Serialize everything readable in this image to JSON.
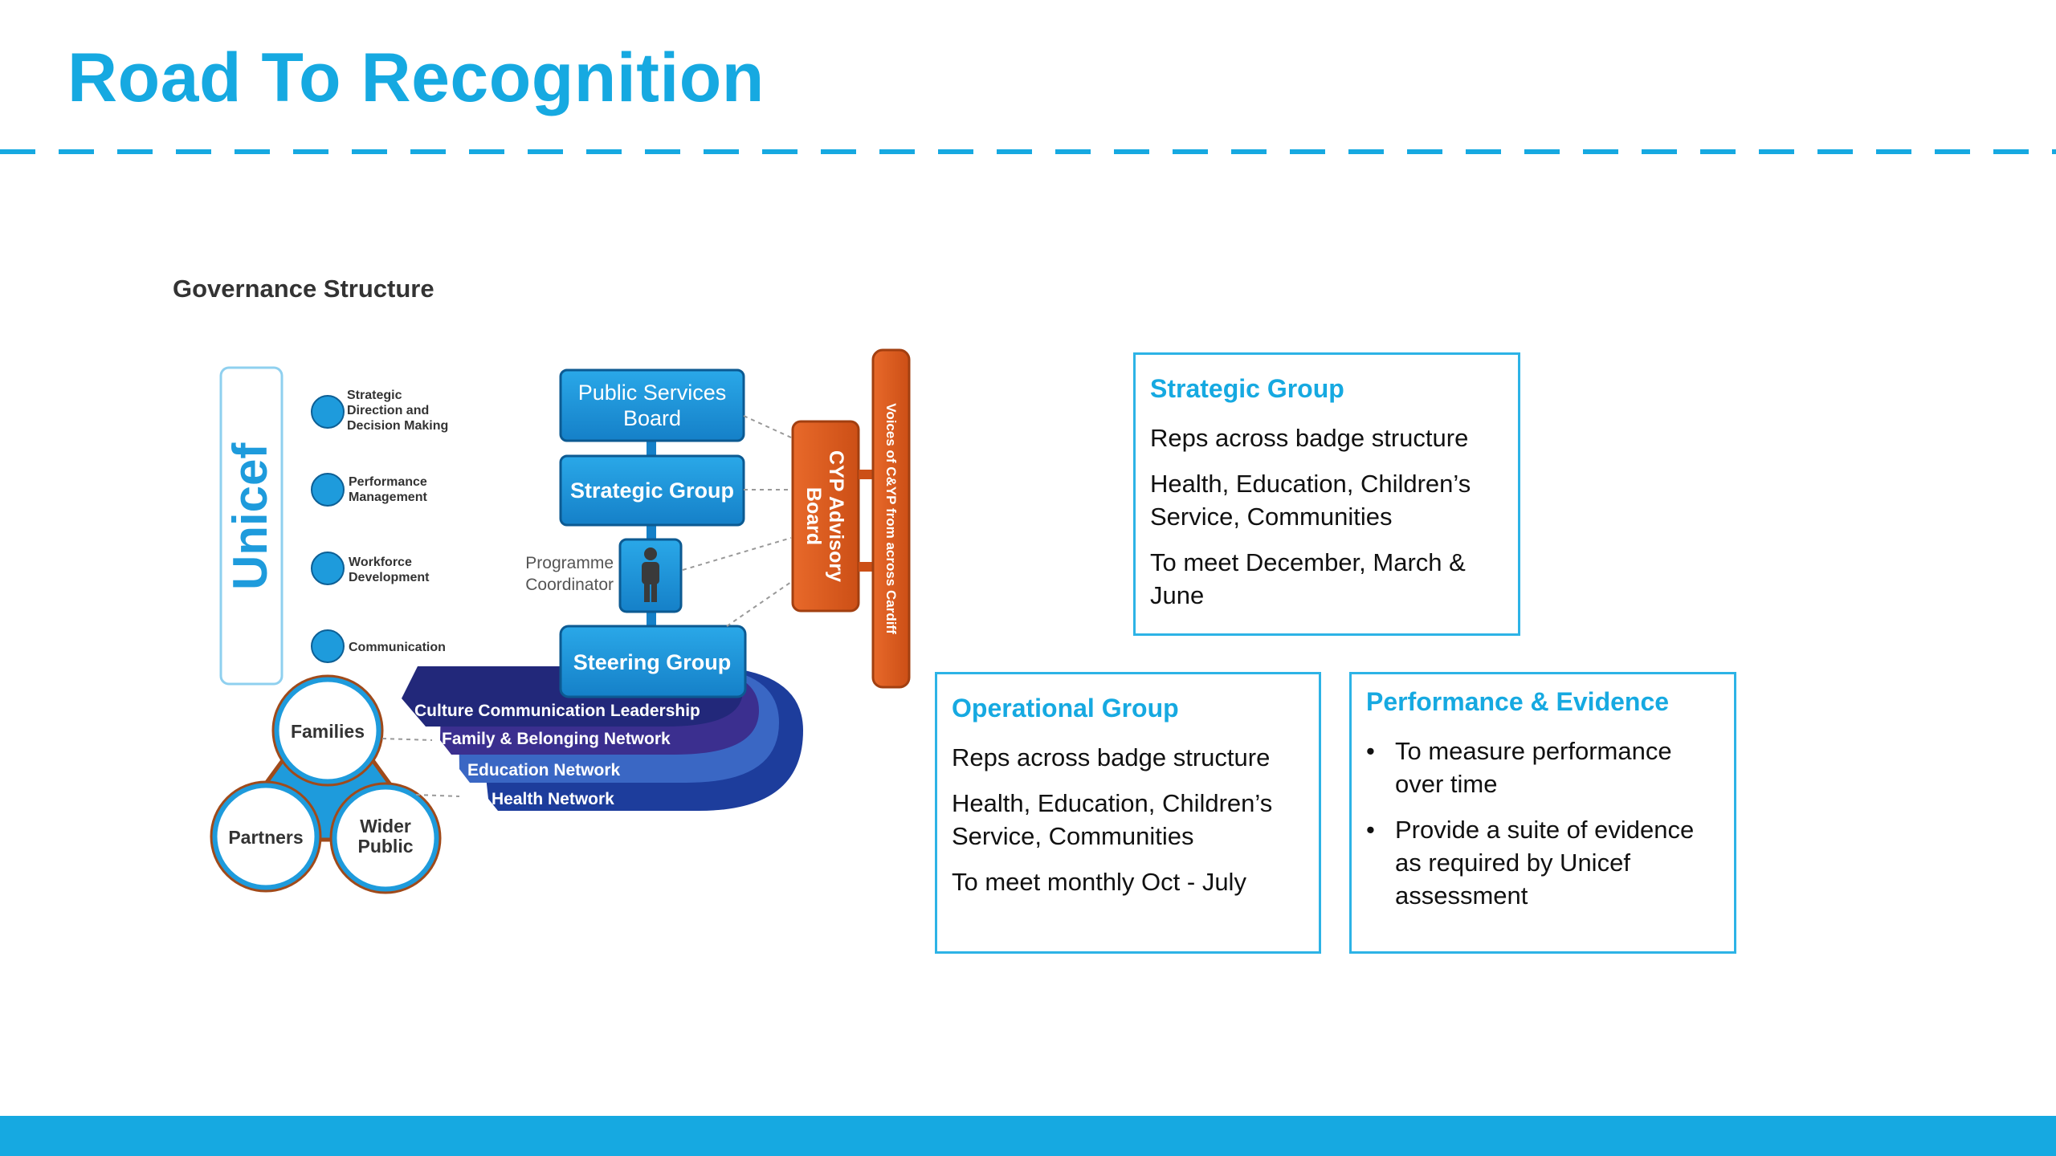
{
  "slide": {
    "title": "Road To Recognition",
    "accent_color": "#16a9e1"
  },
  "diagram": {
    "heading": "Governance Structure",
    "unicef_label": "Unicef",
    "functions": [
      "Strategic",
      "Direction and",
      "Decision Making",
      "Performance",
      "Management",
      "Workforce",
      "Development",
      "Communication"
    ],
    "public_services_board": [
      "Public Services",
      "Board"
    ],
    "strategic_group": "Strategic Group",
    "programme_coordinator": [
      "Programme",
      "Coordinator"
    ],
    "steering_group": "Steering Group",
    "cyp_advisory_board": [
      "CYP Advisory",
      "Board"
    ],
    "voices_label": "Voices of C&YP from across Cardiff",
    "networks": [
      "Culture Communication Leadership",
      "Family & Belonging Network",
      "Education Network",
      "Health Network"
    ],
    "circles": [
      "Families",
      "Partners",
      "Wider",
      "Public"
    ],
    "colors": {
      "blue_box": "#1e9bdc",
      "orange": "#e0601f",
      "navy": "#22287a"
    }
  },
  "boxes": {
    "strategic": {
      "title": "Strategic Group",
      "lines": [
        "Reps across badge structure",
        "Health, Education, Children’s Service, Communities",
        "To meet December, March & June"
      ]
    },
    "operational": {
      "title": "Operational Group",
      "lines": [
        "Reps across badge structure",
        "Health, Education, Children’s Service, Communities",
        "To meet monthly Oct - July"
      ]
    },
    "performance": {
      "title": "Performance & Evidence",
      "bullets": [
        "To measure performance over time",
        "Provide a suite of evidence as required by Unicef assessment"
      ]
    }
  }
}
